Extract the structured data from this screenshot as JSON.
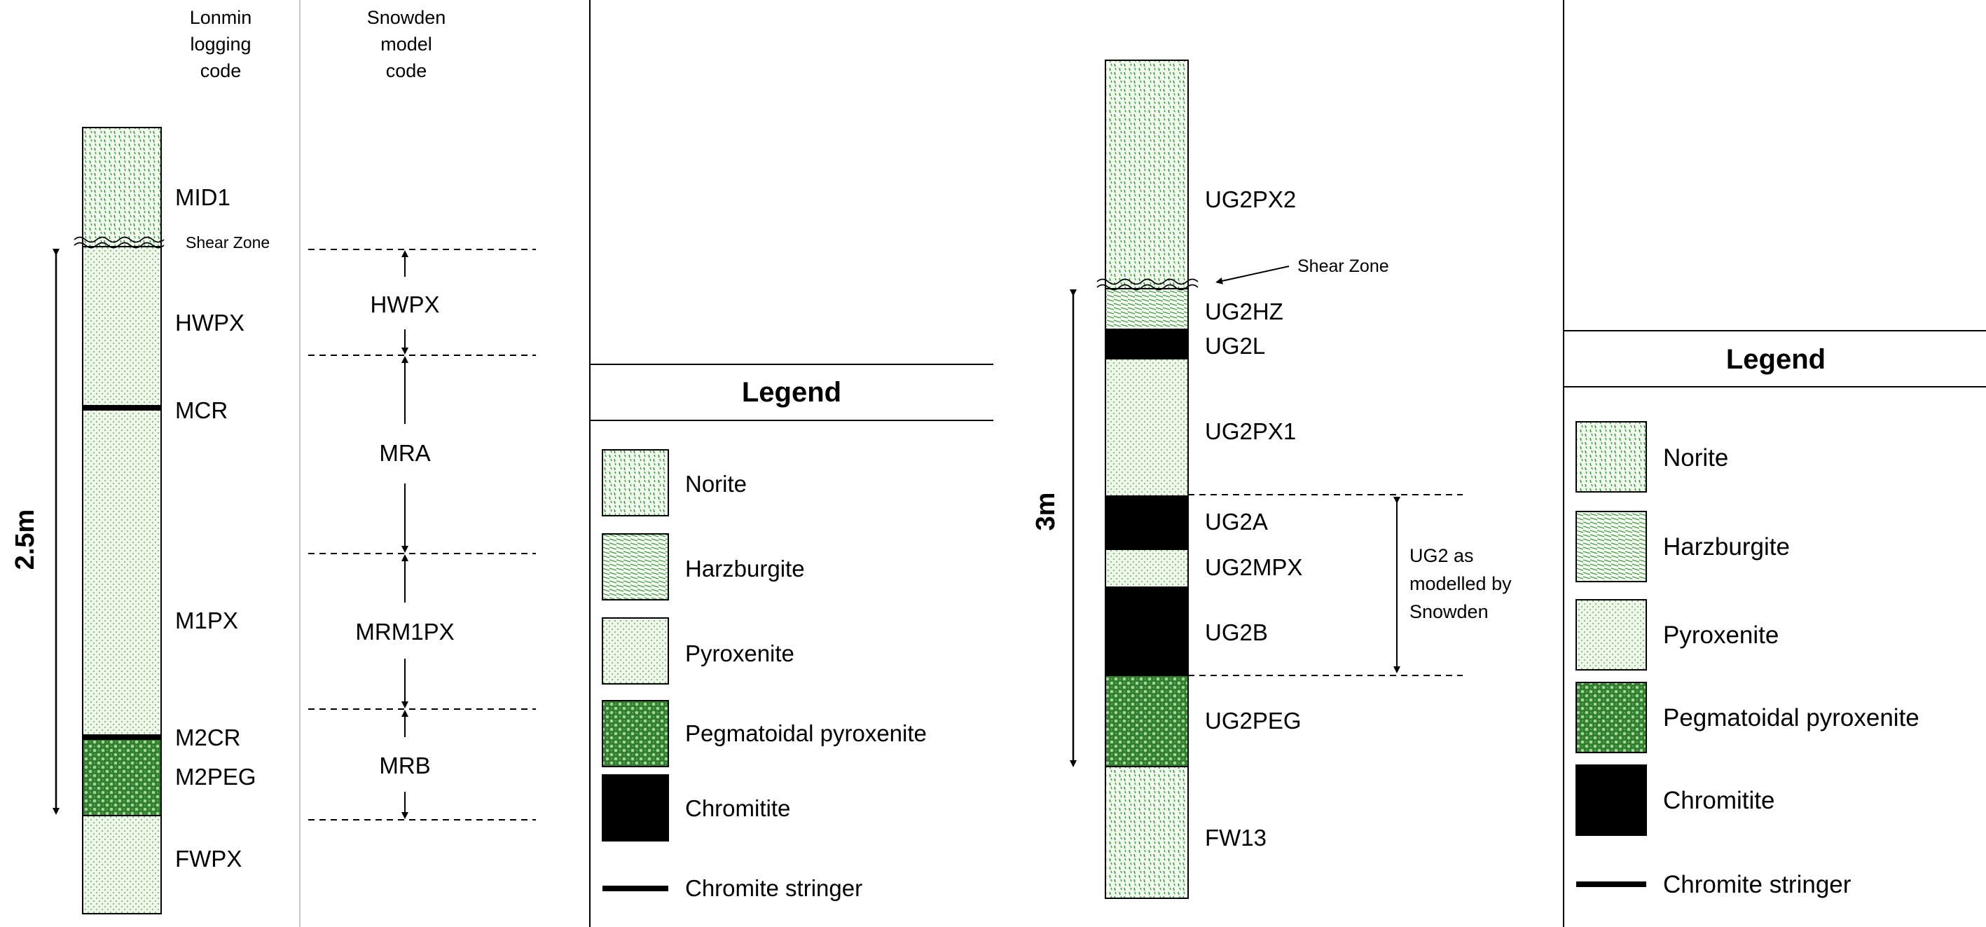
{
  "left_column": {
    "header_logging": [
      "Lonmin",
      "logging",
      "code"
    ],
    "header_model": [
      "Snowden",
      "model",
      "code"
    ],
    "shear_zone_label": "Shear Zone",
    "thickness_label": "2.5m",
    "layers": [
      "MID1",
      "HWPX",
      "MCR",
      "M1PX",
      "M2CR",
      "M2PEG",
      "FWPX"
    ],
    "model_units": [
      "HWPX",
      "MRA",
      "MRM1PX",
      "MRB"
    ]
  },
  "right_column": {
    "shear_zone_label": "Shear Zone",
    "thickness_label": "3m",
    "layers": [
      "UG2PX2",
      "UG2HZ",
      "UG2L",
      "UG2PX1",
      "UG2A",
      "UG2MPX",
      "UG2B",
      "UG2PEG",
      "FW13"
    ],
    "annotation": [
      "UG2 as",
      "modelled by",
      "Snowden"
    ]
  },
  "legend": {
    "title": "Legend",
    "items": [
      {
        "label": "Norite",
        "pattern": "norite"
      },
      {
        "label": "Harzburgite",
        "pattern": "harzburgite"
      },
      {
        "label": "Pyroxenite",
        "pattern": "pyroxenite"
      },
      {
        "label": "Pegmatoidal pyroxenite",
        "pattern": "pegmatoidal"
      },
      {
        "label": "Chromitite",
        "pattern": "chromitite"
      },
      {
        "label": "Chromite stringer",
        "pattern": "stringer"
      }
    ]
  },
  "colors": {
    "green": "#3a9a3a",
    "pale_green": "#eef7ea",
    "dark_green": "#1d6a1d",
    "black": "#000000"
  }
}
